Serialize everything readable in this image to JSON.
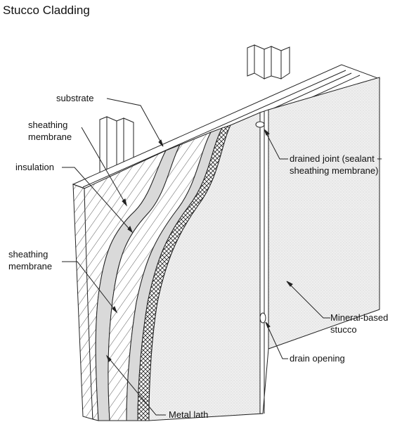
{
  "title": "Stucco Cladding",
  "labels": {
    "substrate": "substrate",
    "sheathing_membrane_top_1": "sheathing",
    "sheathing_membrane_top_2": "membrane",
    "insulation": "insulation",
    "sheathing_membrane_bottom_1": "sheathing",
    "sheathing_membrane_bottom_2": "membrane",
    "drained_joint_1": "drained joint (sealant +",
    "drained_joint_2": "sheathing membrane)",
    "mineral_stucco_1": "Mineral-based",
    "mineral_stucco_2": "stucco",
    "drain_opening": "drain opening",
    "metal_lath": "Metal lath"
  },
  "colors": {
    "line": "#222222",
    "stucco_fill": "#ececec",
    "membrane_fill": "#d9d9d9",
    "background": "#ffffff"
  }
}
